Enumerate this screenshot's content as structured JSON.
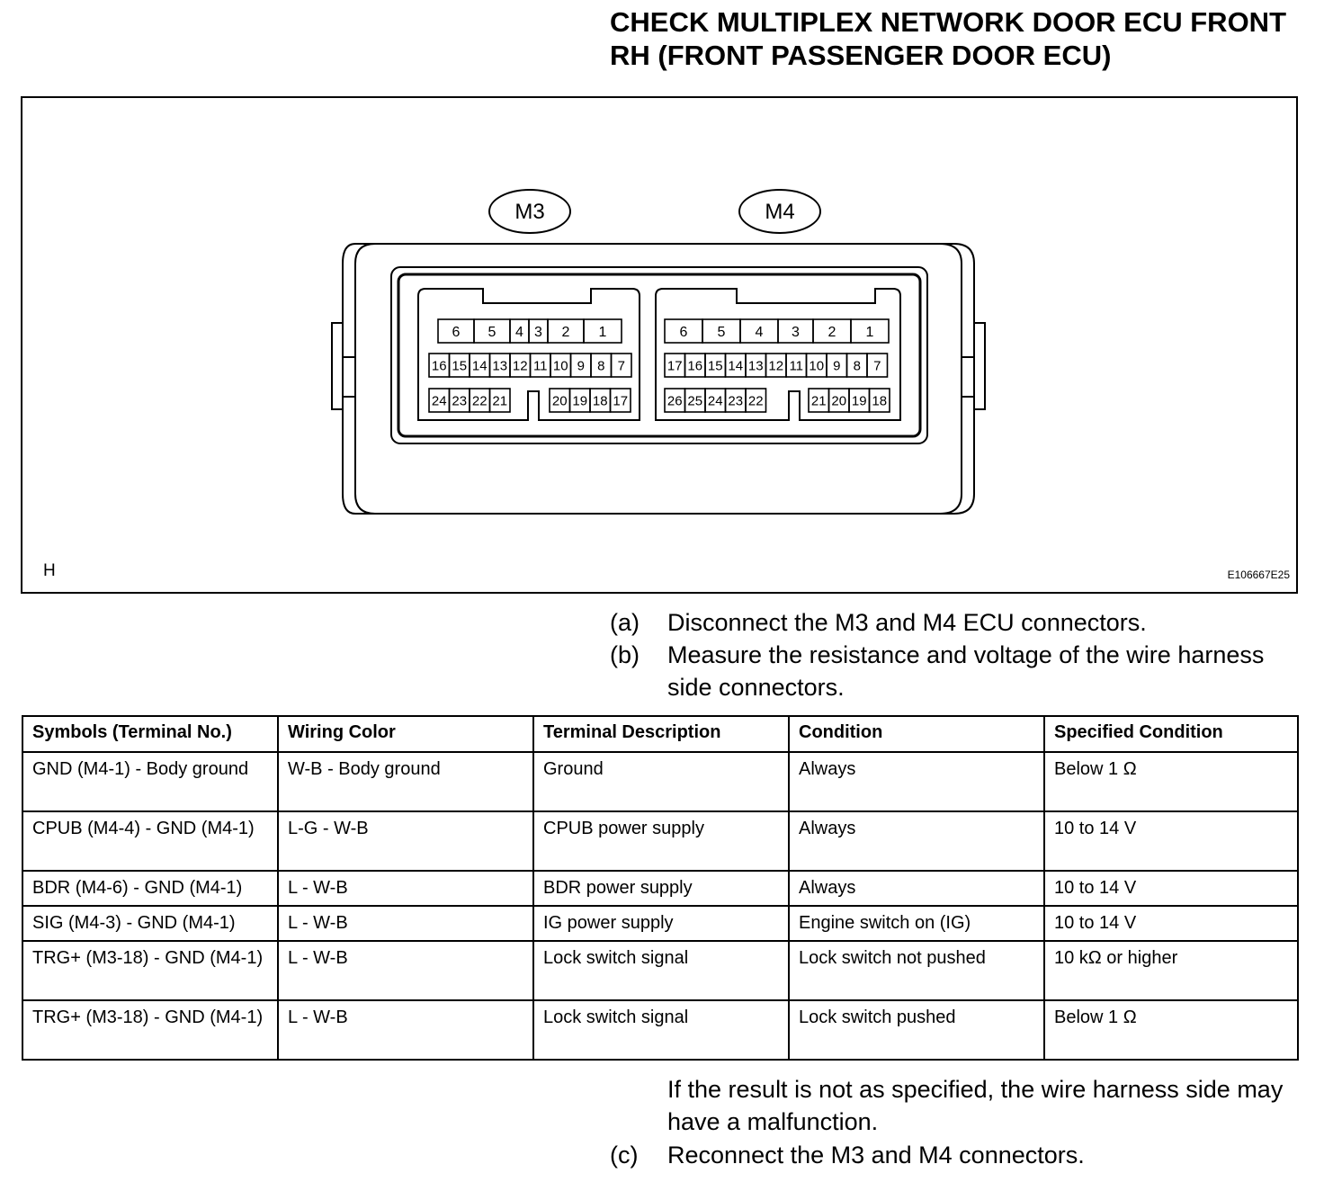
{
  "title": "CHECK MULTIPLEX NETWORK DOOR ECU FRONT RH (FRONT PASSENGER DOOR ECU)",
  "figure": {
    "corner_mark": "H",
    "figure_code": "E106667E25",
    "connectors": [
      {
        "label": "M3",
        "row1": [
          "6",
          "5",
          "4",
          "3",
          "2",
          "1"
        ],
        "row2": [
          "16",
          "15",
          "14",
          "13",
          "12",
          "11",
          "10",
          "9",
          "8",
          "7"
        ],
        "row3_left": [
          "24",
          "23",
          "22",
          "21"
        ],
        "row3_right": [
          "20",
          "19",
          "18",
          "17"
        ]
      },
      {
        "label": "M4",
        "row1": [
          "6",
          "5",
          "4",
          "3",
          "2",
          "1"
        ],
        "row2": [
          "17",
          "16",
          "15",
          "14",
          "13",
          "12",
          "11",
          "10",
          "9",
          "8",
          "7"
        ],
        "row3_left": [
          "26",
          "25",
          "24",
          "23",
          "22"
        ],
        "row3_right": [
          "21",
          "20",
          "19",
          "18"
        ]
      }
    ]
  },
  "steps": [
    {
      "marker": "(a)",
      "text": "Disconnect the M3 and M4 ECU connectors."
    },
    {
      "marker": "(b)",
      "text": "Measure the resistance and voltage of the wire harness side connectors."
    }
  ],
  "table": {
    "headers": [
      "Symbols (Terminal No.)",
      "Wiring Color",
      "Terminal Description",
      "Condition",
      "Specified Condition"
    ],
    "rows": [
      [
        "GND (M4-1) - Body ground",
        "W-B - Body ground",
        "Ground",
        "Always",
        "Below 1 Ω"
      ],
      [
        "CPUB (M4-4) - GND (M4-1)",
        "L-G - W-B",
        "CPUB power supply",
        "Always",
        "10 to 14 V"
      ],
      [
        "BDR (M4-6) - GND (M4-1)",
        "L - W-B",
        "BDR power supply",
        "Always",
        "10 to 14 V"
      ],
      [
        "SIG (M4-3) - GND (M4-1)",
        "L - W-B",
        "IG power supply",
        "Engine switch on (IG)",
        "10 to 14 V"
      ],
      [
        "TRG+ (M3-18) - GND (M4-1)",
        "L - W-B",
        "Lock switch signal",
        "Lock switch not pushed",
        "10 kΩ or higher"
      ],
      [
        "TRG+ (M3-18) - GND (M4-1)",
        "L - W-B",
        "Lock switch signal",
        "Lock switch pushed",
        "Below 1 Ω"
      ]
    ]
  },
  "result_note": "If the result is not as specified, the wire harness side may have a malfunction.",
  "final_step": {
    "marker": "(c)",
    "text": "Reconnect the M3 and M4 connectors."
  }
}
